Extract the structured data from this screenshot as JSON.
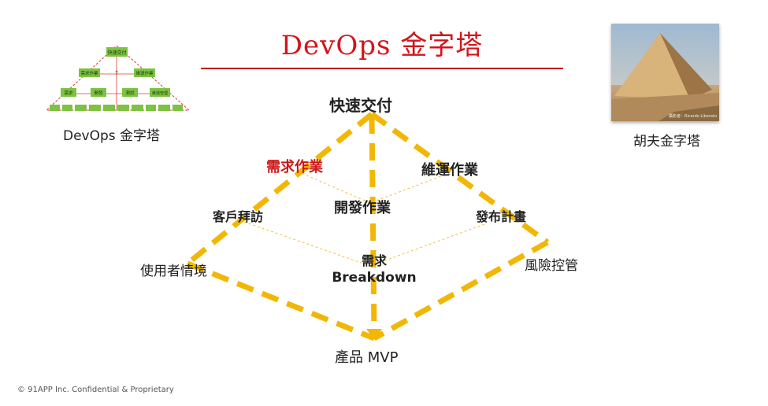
{
  "title": "DevOps 金字塔",
  "diagram": {
    "apex": "快速交付",
    "base": "產品 MVP",
    "left_vertex": "使用者情境",
    "right_vertex": "風險控管",
    "upper_left": "需求作業",
    "upper_right": "維運作業",
    "middle_center": "開發作業",
    "middle_left": "客戶拜訪",
    "middle_right": "發布計畫",
    "center_line1": "需求",
    "center_line2": "Breakdown"
  },
  "left_thumbnail": {
    "caption": "DevOps 金字塔",
    "top_block": "快速交付",
    "row2": [
      "需求作業",
      "?",
      "維運作業"
    ],
    "row3": [
      "需求",
      "開發",
      "測試",
      "維運管理"
    ],
    "colors": {
      "block": "#7dc242",
      "line": "#e23b2e"
    }
  },
  "right_photo": {
    "caption": "胡夫金字塔",
    "watermark": "攝影者：Ricardo Liberato"
  },
  "footer": "© 91APP Inc. Confidential & Proprietary",
  "colors": {
    "accent_red": "#d4141b",
    "dash_yellow": "#f2b705",
    "thin_dash": "#f0c040"
  }
}
